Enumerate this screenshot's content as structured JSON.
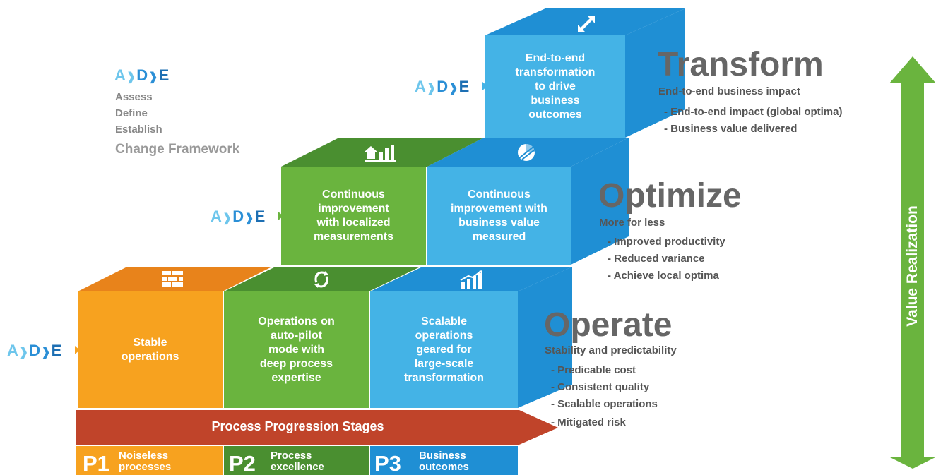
{
  "legend": {
    "ade": {
      "a": "A",
      "d": "D",
      "e": "E"
    },
    "items": [
      "Assess",
      "Define",
      "Establish"
    ],
    "title": "Change Framework"
  },
  "boxes": {
    "stable": "Stable\noperations",
    "autopilot": "Operations on\nauto-pilot\nmode with\ndeep process\nexpertise",
    "scalable": "Scalable\noperations\ngeared for\nlarge-scale\ntransformation",
    "localized": "Continuous\nimprovement\nwith localized\nmeasurements",
    "business_value": "Continuous\nimprovement with\nbusiness value\nmeasured",
    "e2e": "End-to-end\ntransformation\nto drive\nbusiness\noutcomes"
  },
  "levels": {
    "transform": {
      "title": "Transform",
      "subtitle": "End-to-end business impact",
      "bullets": [
        "- End-to-end impact (global optima)",
        "- Business value delivered"
      ]
    },
    "optimize": {
      "title": "Optimize",
      "subtitle": "More for less",
      "bullets": [
        "- Improved productivity",
        "- Reduced variance",
        "- Achieve local optima"
      ]
    },
    "operate": {
      "title": "Operate",
      "subtitle": "Stability and predictability",
      "bullets": [
        "- Predicable cost",
        "- Consistent quality",
        "- Scalable operations",
        "- Mitigated risk"
      ]
    }
  },
  "progression": {
    "label": "Process Progression Stages",
    "stages": [
      {
        "code": "P1",
        "desc": "Noiseless\nprocesses"
      },
      {
        "code": "P2",
        "desc": "Process\nexcellence"
      },
      {
        "code": "P3",
        "desc": "Business\noutcomes"
      }
    ]
  },
  "value_axis": "Value Realization",
  "icons": [
    "bricks-icon",
    "cycle-icon",
    "growth-chart-icon",
    "home-chart-icon",
    "pie-chart-icon",
    "transform-arrows-icon"
  ],
  "colors": {
    "orange": "#f7a21f",
    "orange_dark": "#e8831b",
    "green": "#6ab43e",
    "green_dark": "#4a8f30",
    "blue": "#44b3e6",
    "blue_dark": "#1f8fd4",
    "arrow_red": "#c0442a",
    "value_green": "#6ab43e",
    "heading_gray": "#666666"
  }
}
